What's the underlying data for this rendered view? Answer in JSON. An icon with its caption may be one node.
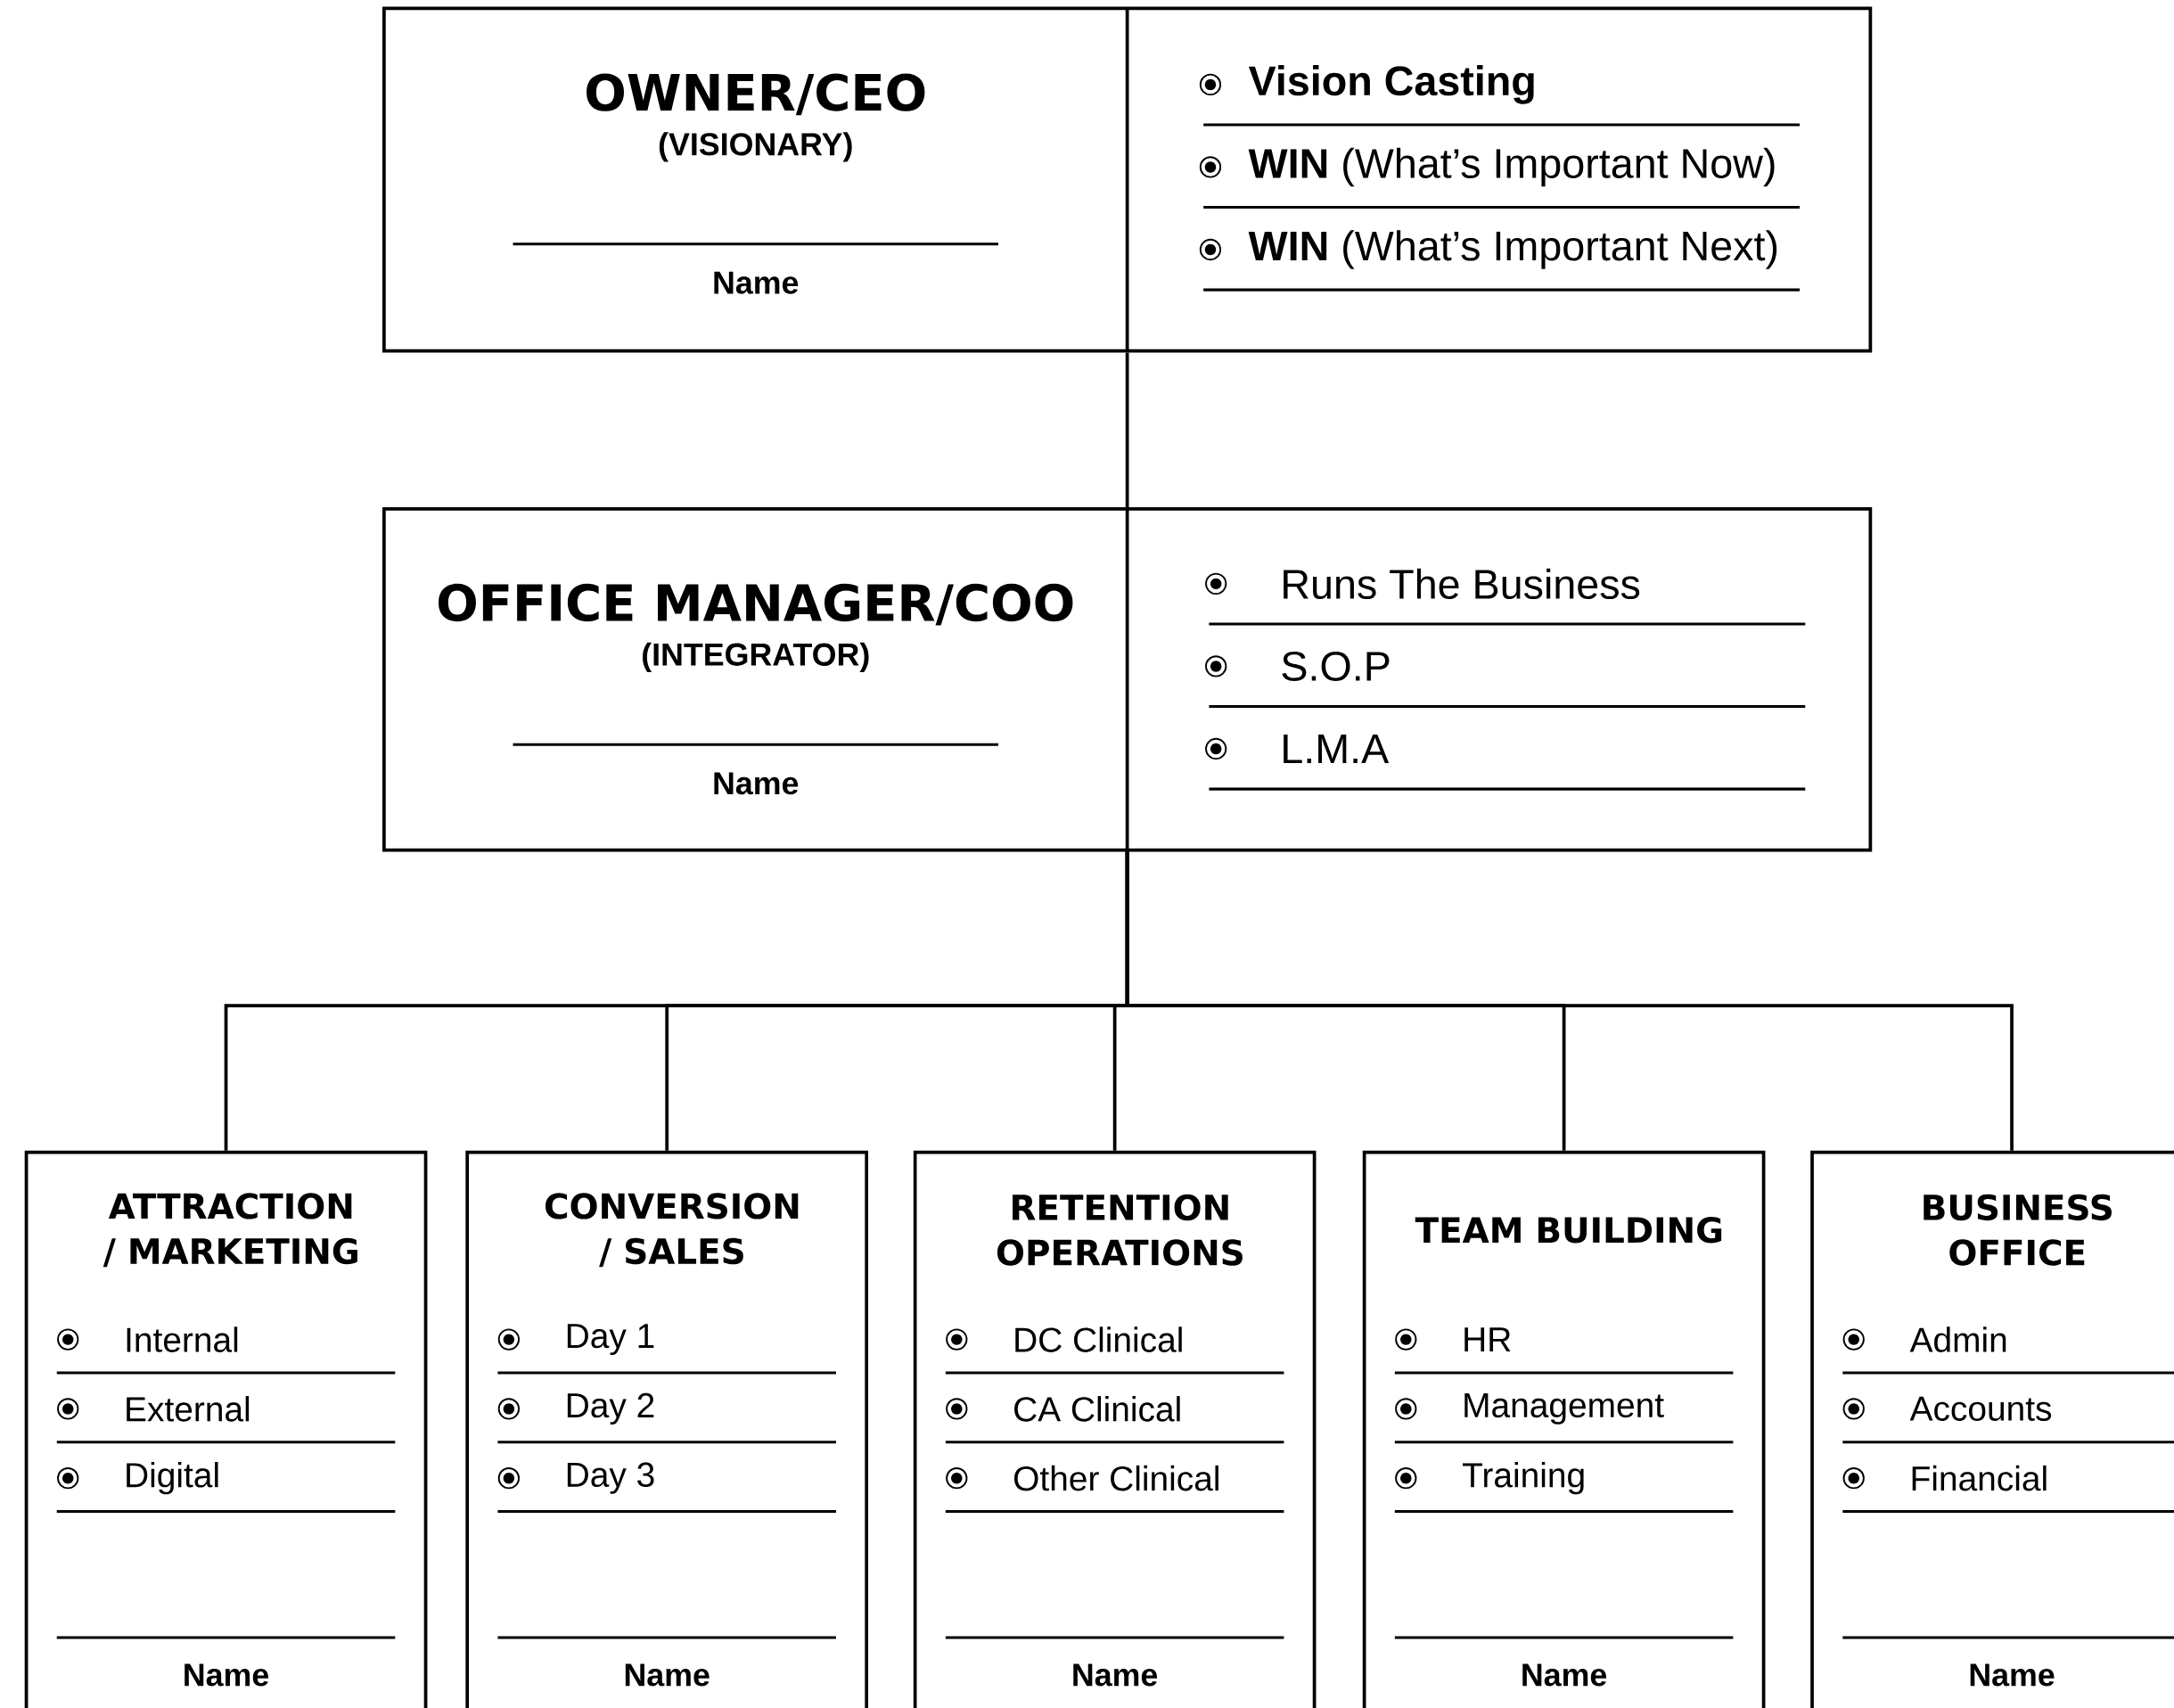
{
  "diagram": {
    "nodes": [
      {
        "text": [
          "OWNER/CEO",
          "(VISIONARY)",
          "Name",
          "Vision Casting",
          "**WIN** (What’s Important Now)",
          "**WIN** (What’s Important Next)"
        ]
      },
      {
        "text": [
          "OFFICE MANAGER/COO",
          "(INTEGRATOR)",
          "Name",
          "Runs The Business",
          "S.O.P",
          "L.M.A"
        ]
      },
      {
        "text": [
          "ATTRACTION / MARKETING",
          "Internal",
          "External",
          "Digital",
          "Name"
        ]
      },
      {
        "text": [
          "CONVERSION / SALES",
          "Day 1",
          "Day 2",
          "Day 3",
          "Name"
        ]
      },
      {
        "text": [
          "RETENTION OPERATIONS",
          "DC Clinical",
          "CA Clinical",
          "Other Clinical",
          "Name"
        ]
      },
      {
        "text": [
          "TEAM BUILDING",
          "HR",
          "Management",
          "Training",
          "Name"
        ]
      },
      {
        "text": [
          "BUSINESS OFFICE",
          "Admin",
          "Accounts",
          "Financial",
          "Name"
        ]
      }
    ],
    "edges": [
      {
        "from": 0,
        "to": 1,
        "arrow": "none"
      },
      {
        "from": 1,
        "to": 2,
        "arrow": "none"
      },
      {
        "from": 1,
        "to": 3,
        "arrow": "none"
      },
      {
        "from": 1,
        "to": 4,
        "arrow": "none"
      },
      {
        "from": 1,
        "to": 5,
        "arrow": "none"
      },
      {
        "from": 1,
        "to": 6,
        "arrow": "none"
      }
    ]
  }
}
